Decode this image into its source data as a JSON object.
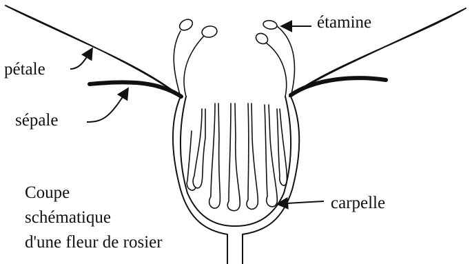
{
  "labels": {
    "etamine": "étamine",
    "petale": "pétale",
    "sepale": "sépale",
    "carpelle": "carpelle"
  },
  "caption": {
    "line1": "Coupe",
    "line2": "schématique",
    "line3": "d'une fleur de rosier"
  },
  "colors": {
    "ink": "#111111",
    "background": "#ffffff"
  }
}
